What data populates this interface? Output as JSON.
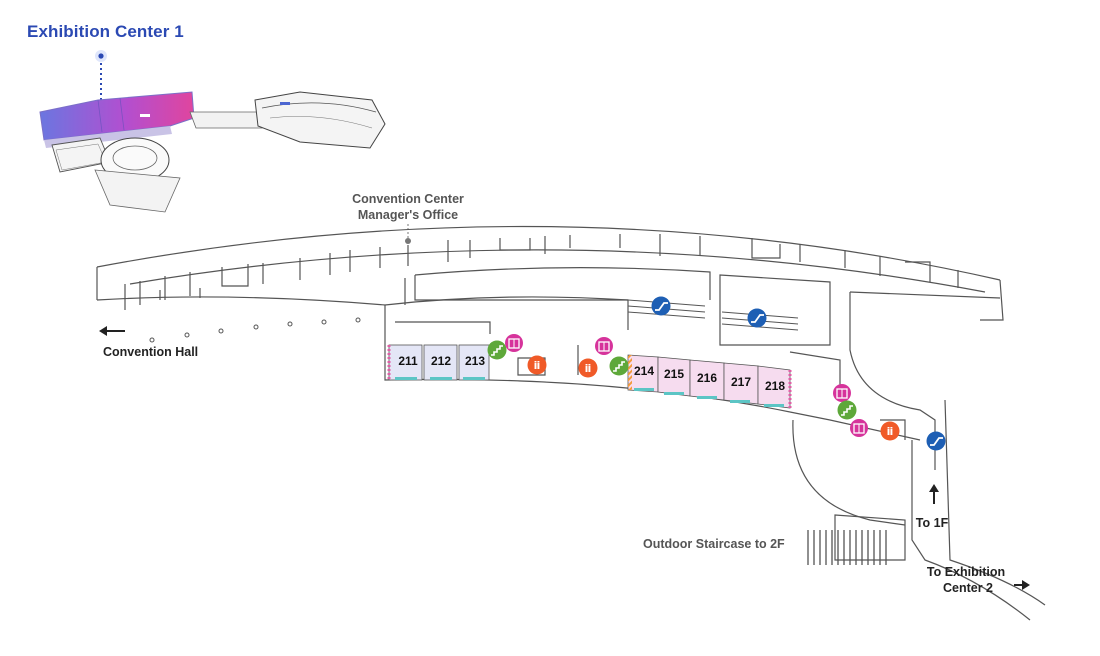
{
  "header": {
    "title": "Exhibition Center 1"
  },
  "labels": {
    "manager_office_line1": "Convention Center",
    "manager_office_line2": "Manager's Office",
    "convention_hall": "Convention Hall",
    "outdoor_staircase": "Outdoor Staircase to 2F",
    "to_1f": "To 1F",
    "to_ec2_line1": "To Exhibition",
    "to_ec2_line2": "Center 2"
  },
  "rooms": [
    "211",
    "212",
    "213",
    "214",
    "215",
    "216",
    "217",
    "218"
  ],
  "colors": {
    "title": "#2b49b3",
    "escalator": "#1e5fb4",
    "elevator": "#d6339b",
    "stairs": "#5ea83a",
    "restroom": "#f05a28",
    "room_blue": "#e4e6f6",
    "room_pink": "#f6dcef"
  },
  "icons": [
    "escalator-icon",
    "elevator-icon",
    "stairs-icon",
    "restroom-icon",
    "arrow-left-icon",
    "arrow-up-icon",
    "arrow-right-icon",
    "location-pin-icon"
  ]
}
